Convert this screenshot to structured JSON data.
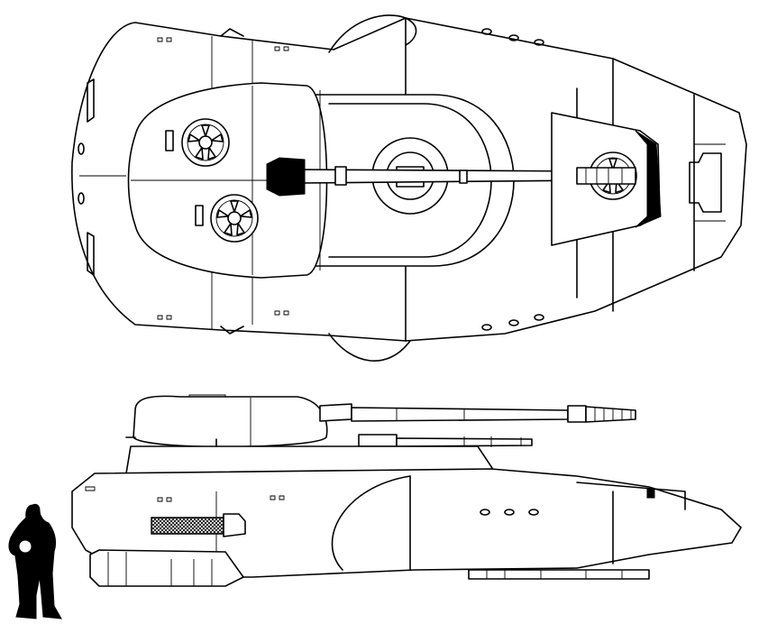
{
  "figure": {
    "views": [
      "top-view",
      "side-view",
      "scale-figure"
    ],
    "colors": {
      "line": "#000000",
      "background": "#ffffff",
      "mesh": "#808080"
    }
  }
}
